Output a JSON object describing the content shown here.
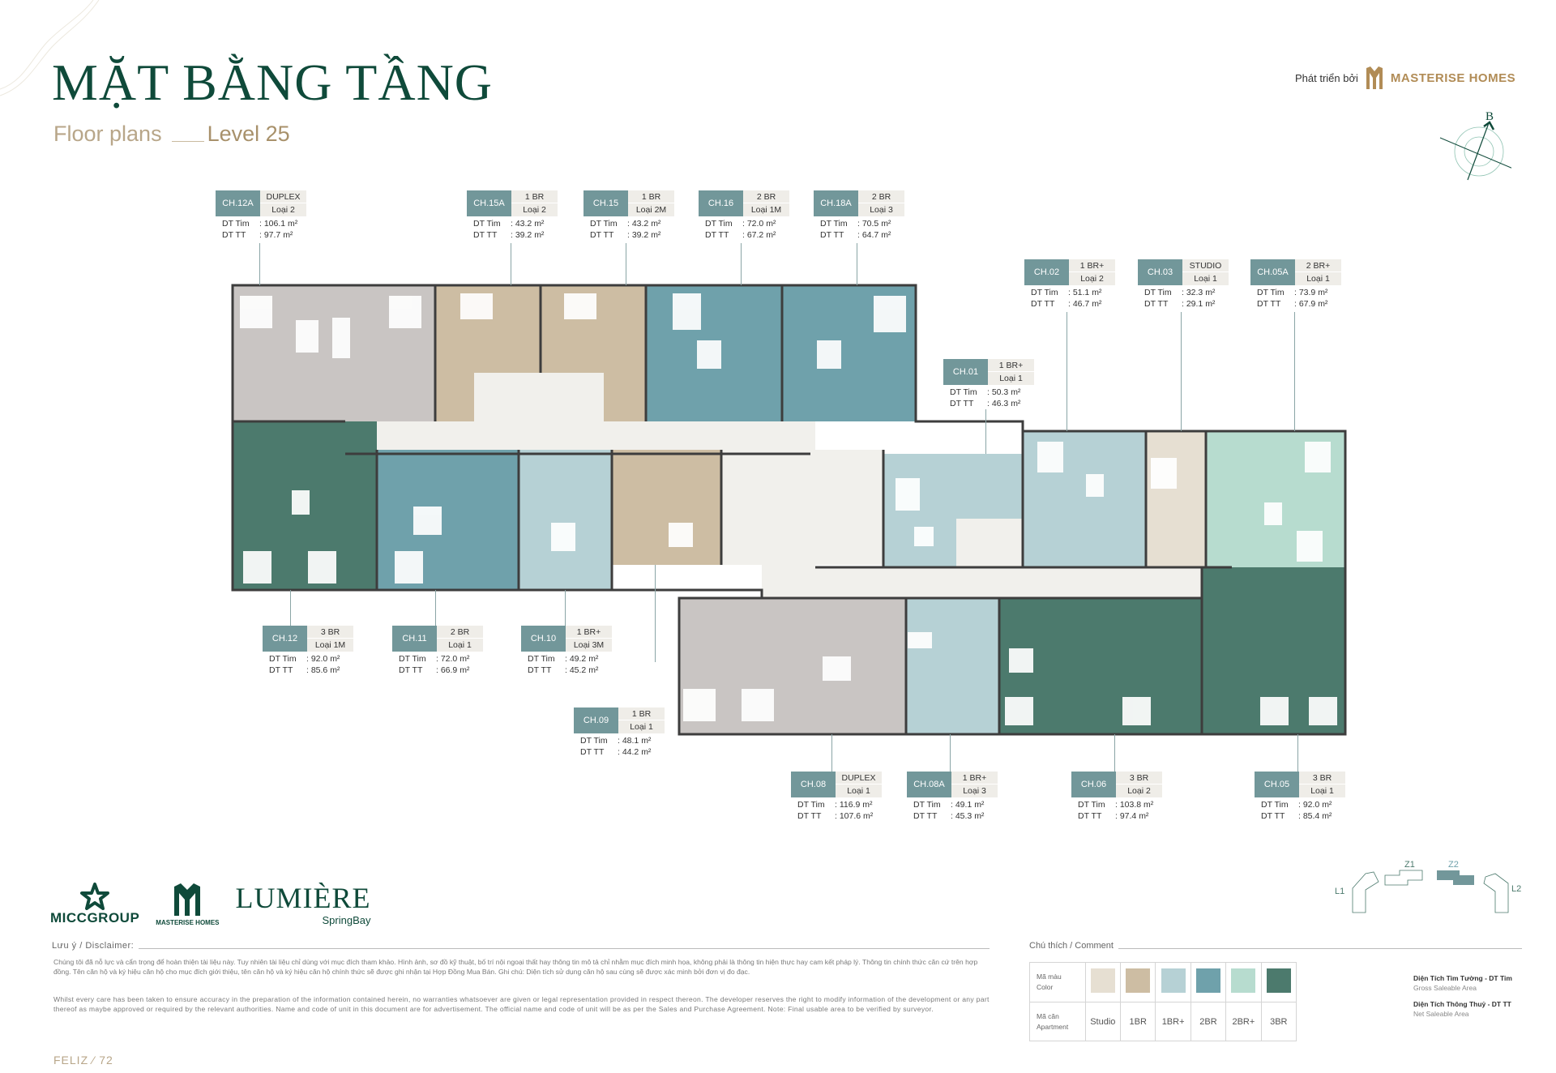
{
  "header": {
    "title": "MẶT BẰNG TẦNG",
    "subtitle_en": "Floor plans",
    "subtitle_level": "Level 25",
    "developer_label": "Phát triển bởi",
    "developer_brand": "MASTERISE HOMES",
    "compass_label": "B"
  },
  "colors": {
    "studio": "#e6dfd2",
    "1br": "#cdbda3",
    "1br_plus": "#b6d1d5",
    "2br": "#6fa1ab",
    "2br_plus": "#b7dccf",
    "3br": "#4c7a6d",
    "duplex": "#c9c5c3",
    "corridor": "#f1f0ec",
    "tag_code_bg": "#72979a",
    "title_green": "#0f4a3a",
    "accent_gold": "#b8a689"
  },
  "units": [
    {
      "code": "CH.12A",
      "type": "DUPLEX",
      "loai": "Loại 2",
      "dt_tim": ": 106.1 m²",
      "dt_tt": ": 97.7 m²"
    },
    {
      "code": "CH.15A",
      "type": "1 BR",
      "loai": "Loại 2",
      "dt_tim": ": 43.2 m²",
      "dt_tt": ": 39.2 m²"
    },
    {
      "code": "CH.15",
      "type": "1 BR",
      "loai": "Loại 2M",
      "dt_tim": ": 43.2 m²",
      "dt_tt": ": 39.2 m²"
    },
    {
      "code": "CH.16",
      "type": "2 BR",
      "loai": "Loại 1M",
      "dt_tim": ": 72.0 m²",
      "dt_tt": ": 67.2 m²"
    },
    {
      "code": "CH.18A",
      "type": "2 BR",
      "loai": "Loại 3",
      "dt_tim": ": 70.5 m²",
      "dt_tt": ": 64.7 m²"
    },
    {
      "code": "CH.02",
      "type": "1 BR+",
      "loai": "Loại 2",
      "dt_tim": ": 51.1 m²",
      "dt_tt": ": 46.7 m²"
    },
    {
      "code": "CH.03",
      "type": "STUDIO",
      "loai": "Loại 1",
      "dt_tim": ": 32.3 m²",
      "dt_tt": ": 29.1 m²"
    },
    {
      "code": "CH.05A",
      "type": "2 BR+",
      "loai": "Loại 1",
      "dt_tim": ": 73.9 m²",
      "dt_tt": ": 67.9 m²"
    },
    {
      "code": "CH.01",
      "type": "1 BR+",
      "loai": "Loại 1",
      "dt_tim": ": 50.3 m²",
      "dt_tt": ": 46.3 m²"
    },
    {
      "code": "CH.12",
      "type": "3 BR",
      "loai": "Loại 1M",
      "dt_tim": ": 92.0 m²",
      "dt_tt": ": 85.6 m²"
    },
    {
      "code": "CH.11",
      "type": "2 BR",
      "loai": "Loại 1",
      "dt_tim": ": 72.0 m²",
      "dt_tt": ": 66.9 m²"
    },
    {
      "code": "CH.10",
      "type": "1 BR+",
      "loai": "Loại 3M",
      "dt_tim": ": 49.2 m²",
      "dt_tt": ": 45.2 m²"
    },
    {
      "code": "CH.09",
      "type": "1 BR",
      "loai": "Loại 1",
      "dt_tim": ": 48.1 m²",
      "dt_tt": ": 44.2 m²"
    },
    {
      "code": "CH.08",
      "type": "DUPLEX",
      "loai": "Loại 1",
      "dt_tim": ": 116.9 m²",
      "dt_tt": ": 107.6 m²"
    },
    {
      "code": "CH.08A",
      "type": "1 BR+",
      "loai": "Loại 3",
      "dt_tim": ": 49.1 m²",
      "dt_tt": ": 45.3 m²"
    },
    {
      "code": "CH.06",
      "type": "3 BR",
      "loai": "Loại 2",
      "dt_tim": ": 103.8 m²",
      "dt_tt": ": 97.4 m²"
    },
    {
      "code": "CH.05",
      "type": "3 BR",
      "loai": "Loại 1",
      "dt_tim": ": 92.0 m²",
      "dt_tt": ": 85.4 m²"
    }
  ],
  "area_labels": {
    "dt_tim": "DT Tim",
    "dt_tt": "DT TT"
  },
  "footer": {
    "logo_micc": "MICCGROUP",
    "logo_masterise": "MASTERISE HOMES",
    "logo_lumiere": "LUMIÈRE",
    "logo_lumiere_sub": "SpringBay",
    "disclaimer_title": "Lưu ý / Disclaimer:",
    "disclaimer_vn": "Chúng tôi đã nỗ lực và cẩn trọng để hoàn thiện tài liệu này. Tuy nhiên tài liệu chỉ dùng với mục đích tham khảo. Hình ảnh, sơ đồ kỹ thuật, bố trí nội ngoại thất hay thông tin mô tả chỉ nhằm mục đích minh họa, không phải là thông tin hiện thực hay cam kết pháp lý. Thông tin chính thức căn cứ trên hợp đồng. Tên căn hộ và ký hiệu căn hộ cho mục đích giới thiệu, tên căn hộ và ký hiệu căn hộ chính thức sẽ được ghi nhận tại Hợp Đồng Mua Bán. Ghi chú: Diện tích sử dụng căn hộ sau cùng sẽ được xác minh bởi đơn vị đo đạc.",
    "disclaimer_en": "Whilst every care has been taken to ensure accuracy in the preparation of the information contained herein, no warranties whatsoever are given or legal representation provided in respect thereon. The developer reserves the right to modify information of the development or any part thereof as maybe approved or required by the relevant authorities. Name and code of unit in this document are for advertisement. The official name and code of unit will be as per the Sales and Purchase Agreement. Note: Final usable area to be verified by surveyor.",
    "page_label": "FELIZ  ⁄  72"
  },
  "legend": {
    "title": "Chú thích / Comment",
    "color_label_vn": "Mã màu",
    "color_label_en": "Color",
    "apt_label_vn": "Mã căn",
    "apt_label_en": "Apartment",
    "types": [
      {
        "name": "Studio",
        "color": "#e6dfd2"
      },
      {
        "name": "1BR",
        "color": "#cdbda3"
      },
      {
        "name": "1BR+",
        "color": "#b6d1d5"
      },
      {
        "name": "2BR",
        "color": "#6fa1ab"
      },
      {
        "name": "2BR+",
        "color": "#b7dccf"
      },
      {
        "name": "3BR",
        "color": "#4c7a6d"
      }
    ],
    "note1_title": "Diện Tích Tim Tường - DT Tim",
    "note1_sub": "Gross Saleable Area",
    "note2_title": "Diện Tích Thông Thuỷ - DT TT",
    "note2_sub": "Net Saleable Area"
  },
  "keymap": {
    "labels": [
      "L1",
      "Z1",
      "Z2",
      "L2"
    ],
    "active": "Z2"
  }
}
